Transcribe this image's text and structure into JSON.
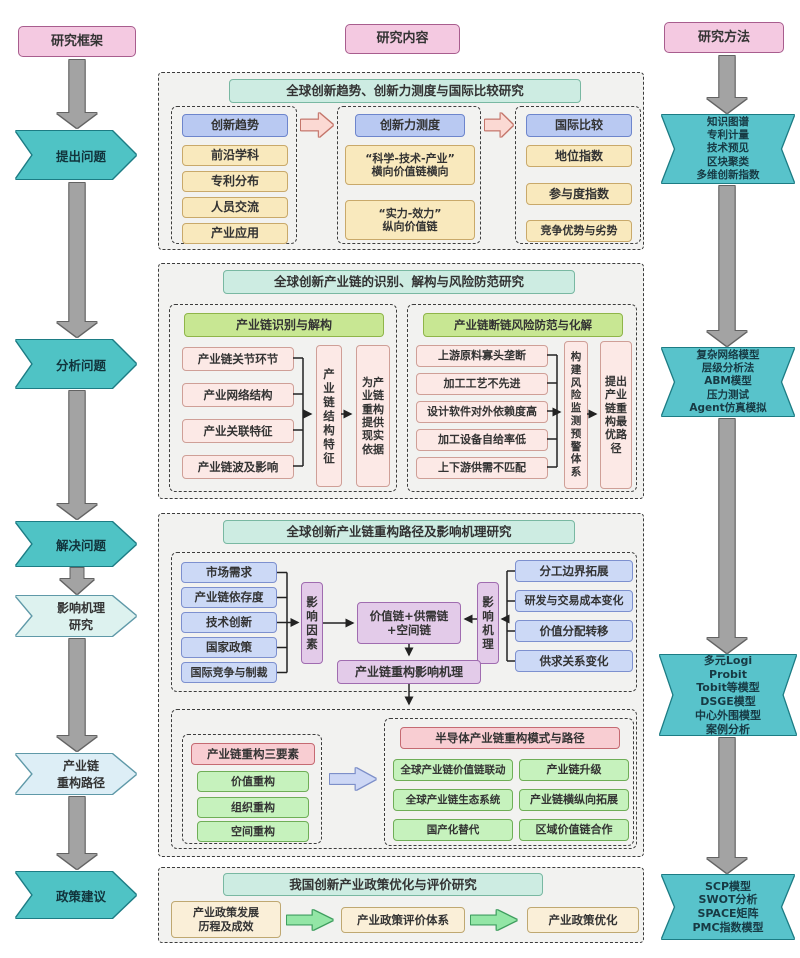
{
  "titles": {
    "frame": "研究框架",
    "content": "研究内容",
    "methods": "研究方法"
  },
  "frame_steps": [
    "提出问题",
    "分析问题",
    "解决问题",
    "影响机理\n研究",
    "产业链\n重构路径",
    "政策建议"
  ],
  "method_banners": [
    "知识图谱\n专利计量\n技术预见\n区块聚类\n多维创新指数",
    "复杂网络模型\n层级分析法\nABM模型\n压力测试\nAgent仿真模拟",
    "多元Logi\nProbit\nTobit等模型\nDSGE模型\n中心外围模型\n案例分析",
    "SCP模型\nSWOT分析\nSPACE矩阵\nPMC指数模型"
  ],
  "s1": {
    "header": "全球创新趋势、创新力测度与国际比较研究",
    "trend": {
      "head": "创新趋势",
      "items": [
        "前沿学科",
        "专利分布",
        "人员交流",
        "产业应用"
      ]
    },
    "measure": {
      "head": "创新力测度",
      "items": [
        "“科学-技术-产业”\n横向价值链横向",
        "“实力-效力”\n纵向价值链"
      ]
    },
    "compare": {
      "head": "国际比较",
      "items": [
        "地位指数",
        "参与度指数",
        "竞争优势与劣势"
      ]
    }
  },
  "s2": {
    "header": "全球创新产业链的识别、解构与风险防范研究",
    "left": {
      "head": "产业链识别与解构",
      "items": [
        "产业链关节环节",
        "产业网络结构",
        "产业关联特征",
        "产业链波及影响"
      ],
      "v1": "产业链结构特征",
      "v2": "为产业链重构提供现实依据"
    },
    "right": {
      "head": "产业链断链风险防范与化解",
      "items": [
        "上游原料寡头垄断",
        "加工工艺不先进",
        "设计软件对外依赖度高",
        "加工设备自给率低",
        "上下游供需不匹配"
      ],
      "v1": "构建风险监测预警体系",
      "v2": "提出产业链重构最优路径"
    }
  },
  "s3": {
    "header": "全球创新产业链重构路径及影响机理研究",
    "factors": [
      "市场需求",
      "产业链依存度",
      "技术创新",
      "国家政策",
      "国际竞争与制裁"
    ],
    "v_factor": "影响因素",
    "core": "价值链+供需链\n+空间链",
    "v_mech": "影响机理",
    "mech_items": [
      "分工边界拓展",
      "研发与交易成本变化",
      "价值分配转移",
      "供求关系变化"
    ],
    "mechanism": "产业链重构影响机理",
    "elements": {
      "head": "产业链重构三要素",
      "items": [
        "价值重构",
        "组织重构",
        "空间重构"
      ]
    },
    "modes": {
      "head": "半导体产业链重构模式与路径",
      "col1": [
        "全球产业链价值链联动",
        "全球产业链生态系统",
        "国产化替代"
      ],
      "col2": [
        "产业链升级",
        "产业链横纵向拓展",
        "区域价值链合作"
      ]
    }
  },
  "s4": {
    "header": "我国创新产业政策优化与评价研究",
    "items": [
      "产业政策发展\n历程及成效",
      "产业政策评价体系",
      "产业政策优化"
    ]
  },
  "colors": {
    "banner_teal": "#58c3cb",
    "chevron_teal": "#4fc3c5",
    "mint_header": "#cdece2",
    "green_header": "#c8e793",
    "blue_header": "#b9c9f2",
    "purple_box": "#e3cbe9",
    "pink_title": "#f4c9e1"
  }
}
